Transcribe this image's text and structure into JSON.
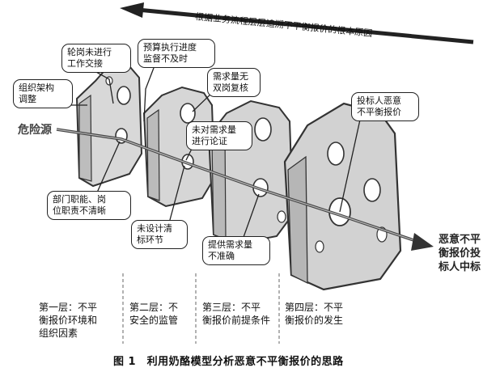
{
  "diagram": {
    "top_arrow_label": "根据业务流程层层追溯不平衡报价的根本原因",
    "danger_source": "危险源",
    "terminal_label": "恶意不平\n衡报价投\n标人中标",
    "callouts": [
      {
        "id": "org",
        "text": "组织架构\n调整"
      },
      {
        "id": "rotation",
        "text": "轮岗未进行\n工作交接"
      },
      {
        "id": "budget",
        "text": "预算执行进度\n监督不及时"
      },
      {
        "id": "demand_check",
        "text": "需求量无\n双岗复核"
      },
      {
        "id": "no_demo",
        "text": "未对需求量\n进行论证"
      },
      {
        "id": "duties",
        "text": "部门职能、岗\n位职责不清晰"
      },
      {
        "id": "no_design",
        "text": "未设计清\n标环节"
      },
      {
        "id": "inaccurate",
        "text": "提供需求量\n不准确"
      },
      {
        "id": "bidder",
        "text": "投标人恶意\n不平衡报价"
      }
    ],
    "layers": [
      {
        "text": "第一层：不平\n衡报价环境和\n组织因素"
      },
      {
        "text": "第二层：不\n安全的监管"
      },
      {
        "text": "第三层：不平\n衡报价前提条件"
      },
      {
        "text": "第四层：不平\n衡报价的发生"
      }
    ],
    "caption": "图 1　利用奶酪模型分析恶意不平衡报价的思路"
  }
}
